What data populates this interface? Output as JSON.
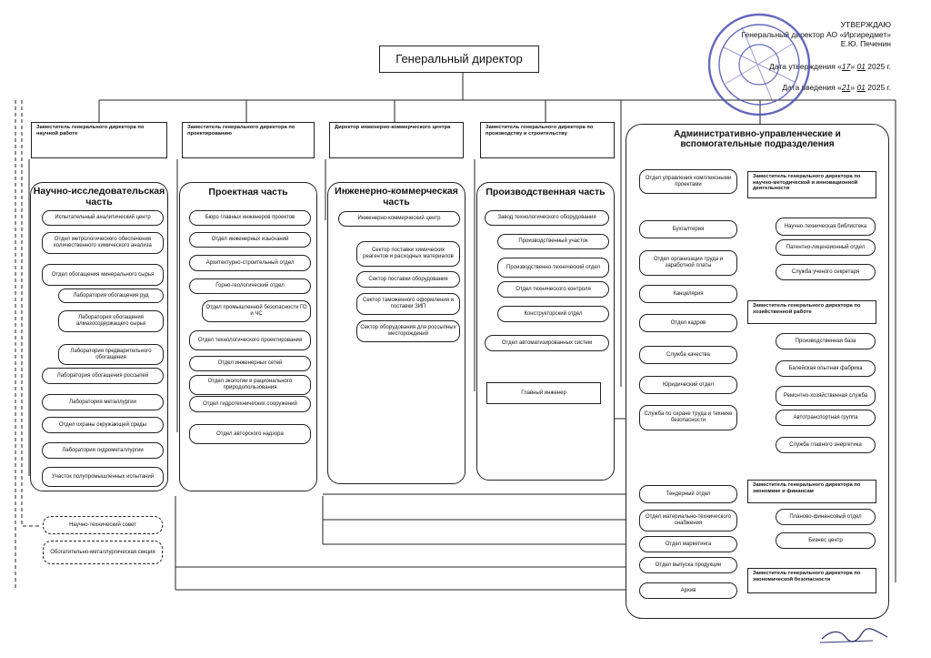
{
  "approval": {
    "title": "УТВЕРЖДАЮ",
    "position": "Генеральный директор АО «Иргиредмет»",
    "name": "Е.Ю. Печенин",
    "approved_label": "Дата утверждения",
    "approved_day": "17",
    "approved_month": "01",
    "approved_year": "2025 г.",
    "effective_label": "Дата введения",
    "effective_day": "21",
    "effective_month": "01",
    "effective_year": "2025 г."
  },
  "general_director": "Генеральный директор",
  "columns": {
    "science": {
      "head": "Заместитель генерального директора по научной работе",
      "title": "Научно-исследовательская часть",
      "items": [
        "Испытательный аналитический центр",
        "Отдел метрологического обеспечения количественного химического анализа",
        "Отдел обогащения минерального сырья",
        "Лаборатория обогащения руд",
        "Лаборатория обогащения алмазосодержащего сырья",
        "Лаборатория предварительного обогащения",
        "Лаборатория обогащения россыпей",
        "Лаборатория металлургии",
        "Отдел охраны окружающей среды",
        "Лаборатория гидрометаллургии",
        "Участок полупромышленных испытаний"
      ],
      "extra": [
        "Научно-технический совет",
        "Обогатительно-металлургическая секция"
      ]
    },
    "design": {
      "head": "Заместитель генерального директора по проектированию",
      "title": "Проектная часть",
      "items": [
        "Бюро главных инженеров проектов",
        "Отдел инженерных изысканий",
        "Архитектурно-строительный отдел",
        "Горно-геологический отдел",
        "Отдел промышленной безопасности ГО и ЧС",
        "Отдел технологического проектирования",
        "Отдел инженерных сетей",
        "Отдел экологии и рационального природопользования",
        "Отдел гидротехнических сооружений",
        "Отдел авторского надзора"
      ]
    },
    "commerce": {
      "head": "Директор инженерно-коммерческого центра",
      "title": "Инженерно-коммерческая часть",
      "items": [
        "Инженерно-коммерческий центр",
        "Сектор поставки химических реагентов и расходных материалов",
        "Сектор поставки оборудования",
        "Сектор таможенного оформления и поставки ЗИП",
        "Сектор оборудования для россыпных месторождений"
      ]
    },
    "production": {
      "head": "Заместитель генерального директора по производству и строительству",
      "title": "Производственная часть",
      "items": [
        "Завод технологического оборудования",
        "Производственный участок",
        "Производственно-технический отдел",
        "Отдел технического контроля",
        "Конструкторский отдел",
        "Отдел автоматизированных систем",
        "Главный инженер"
      ]
    },
    "admin": {
      "title": "Административно-управленческие и вспомогательные подразделения",
      "left": [
        "Отдел управления комплексными проектами",
        "Бухгалтерия",
        "Отдел организации труда и заработной платы",
        "Канцелярия",
        "Отдел кадров",
        "Служба качества",
        "Юридический отдел",
        "Служба по охране труда и технике безопасности",
        "Тендерный отдел",
        "Отдел материально-технического снабжения",
        "Отдел маркетинга",
        "Отдел выпуска продукции",
        "Архив"
      ],
      "dep_method": "Заместитель генерального директора по научно-методической и инновационной деятельности",
      "method_items": [
        "Научно-техническая библиотека",
        "Патентно-лицензионный отдел",
        "Служба ученого секретаря"
      ],
      "dep_economy_ops": "Заместитель генерального директора по хозяйственной работе",
      "economy_ops_items": [
        "Производственная база",
        "Балейская опытная фабрика",
        "Ремонтно-хозяйственная служба",
        "Автотранспортная группа",
        "Служба главного энергетика"
      ],
      "dep_finance": "Заместитель генерального директора по экономике и финансам",
      "finance_items": [
        "Планово-финансовый отдел",
        "Бизнес центр"
      ],
      "dep_security": "Заместитель генерального директора по экономической безопасности"
    }
  },
  "colors": {
    "line": "#222222",
    "stamp": "#4a4fb0"
  },
  "icons": {
    "stamp": "seal-stamp-icon",
    "signature": "signature-icon"
  }
}
